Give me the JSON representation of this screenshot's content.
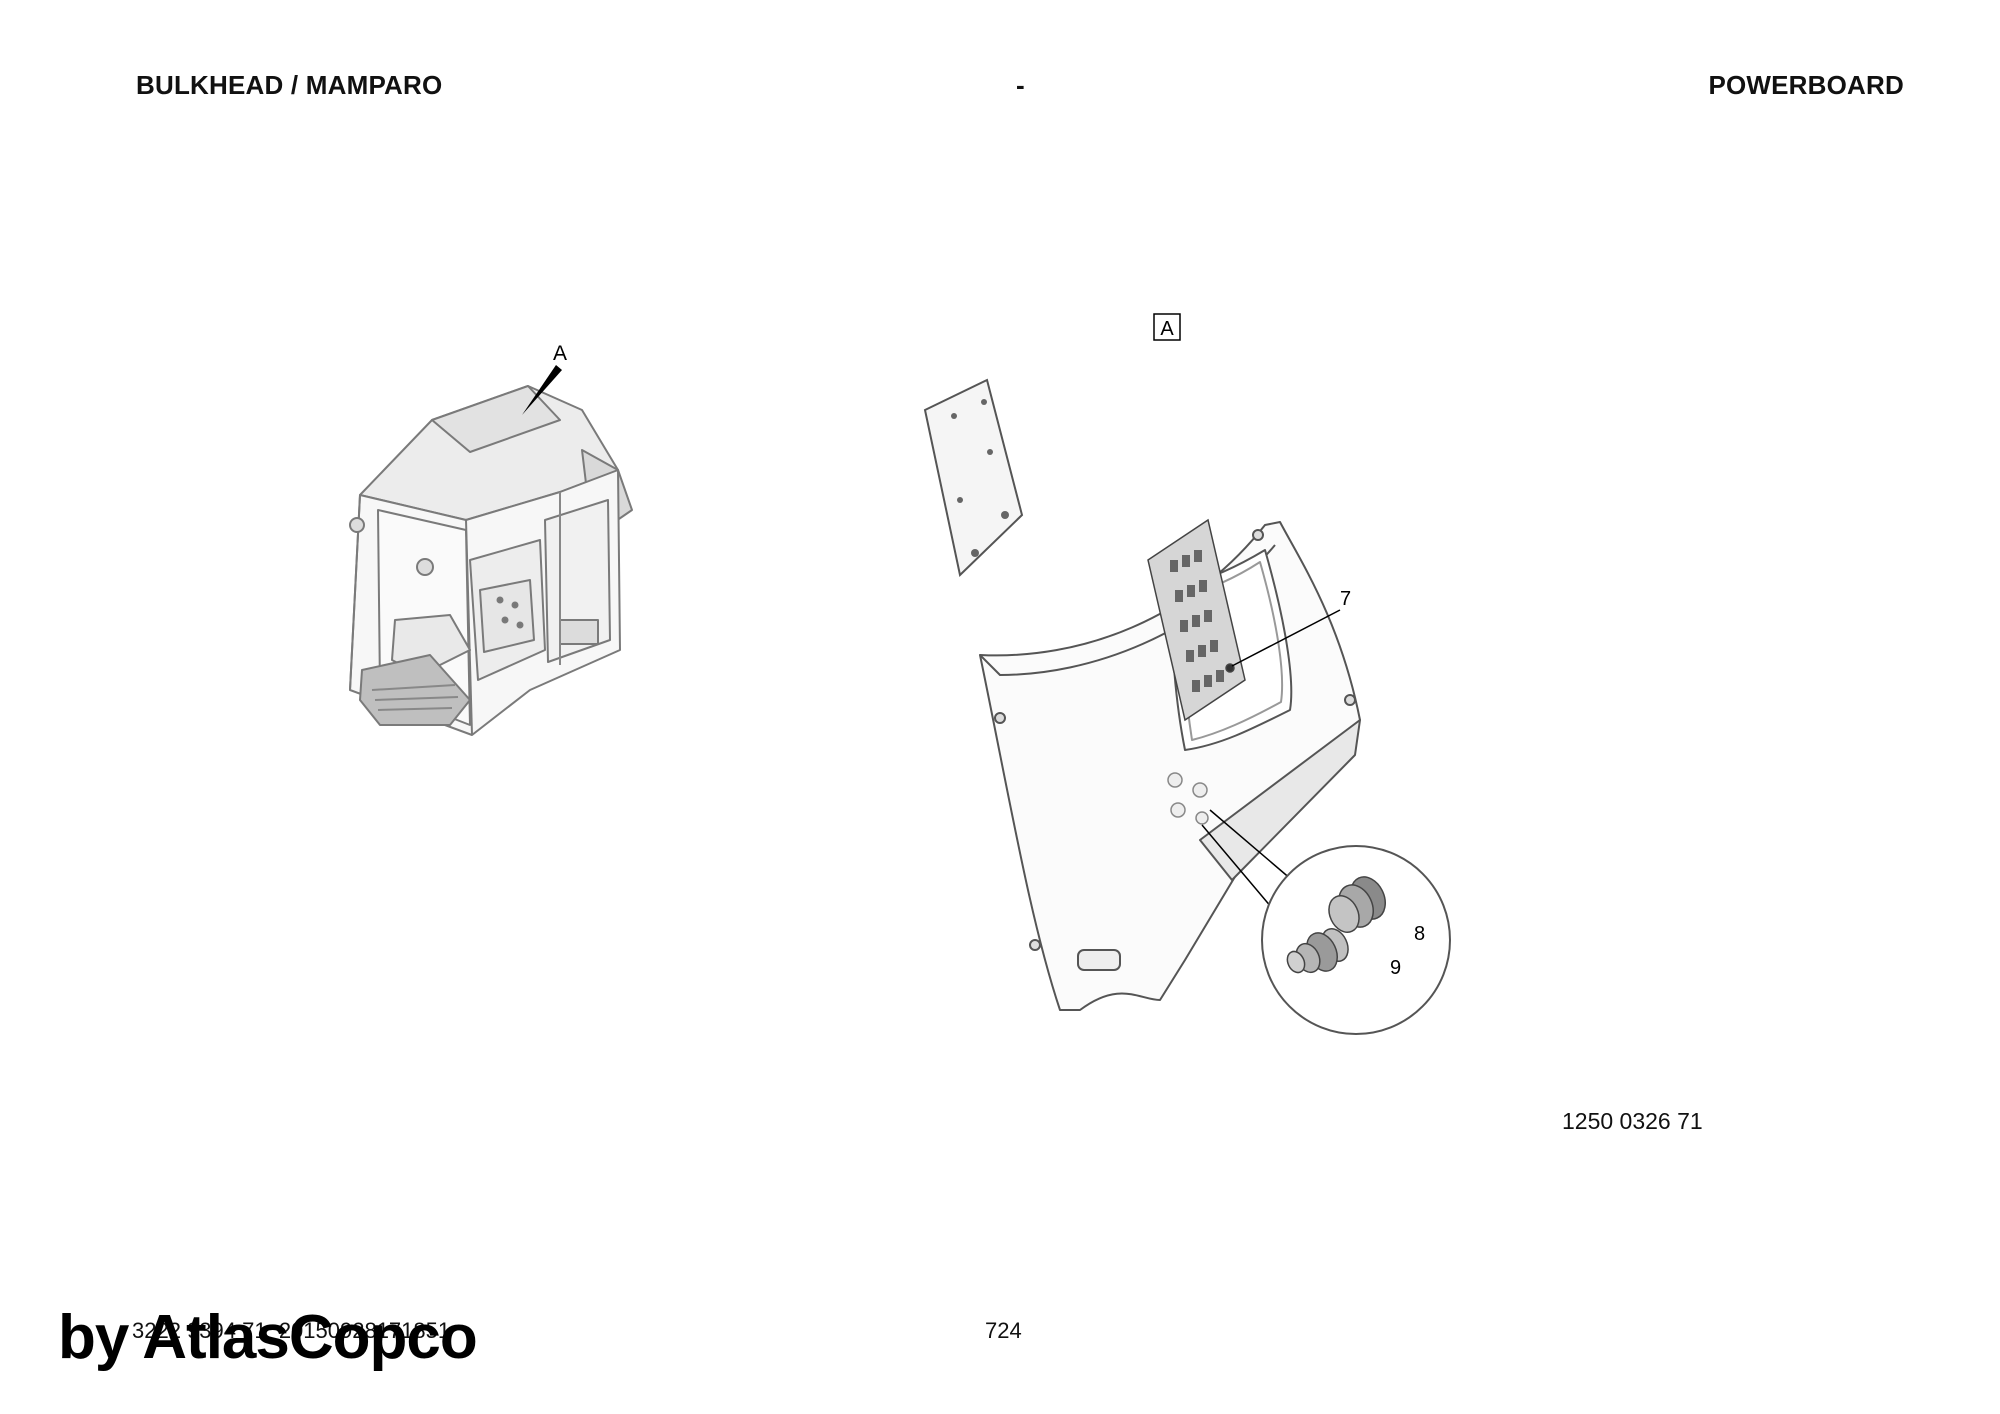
{
  "header": {
    "left": "BULKHEAD / MAMPARO",
    "center": "-",
    "right": "POWERBOARD"
  },
  "callouts": {
    "view_ref": "A",
    "overview_arrow": "A",
    "item_7": "7",
    "item_8": "8",
    "item_9": "9"
  },
  "part_number": "1250 0326 71",
  "footer": {
    "code": "3222 9394 71_20150928171851",
    "page": "724"
  },
  "watermark": "by AtlasCopco"
}
